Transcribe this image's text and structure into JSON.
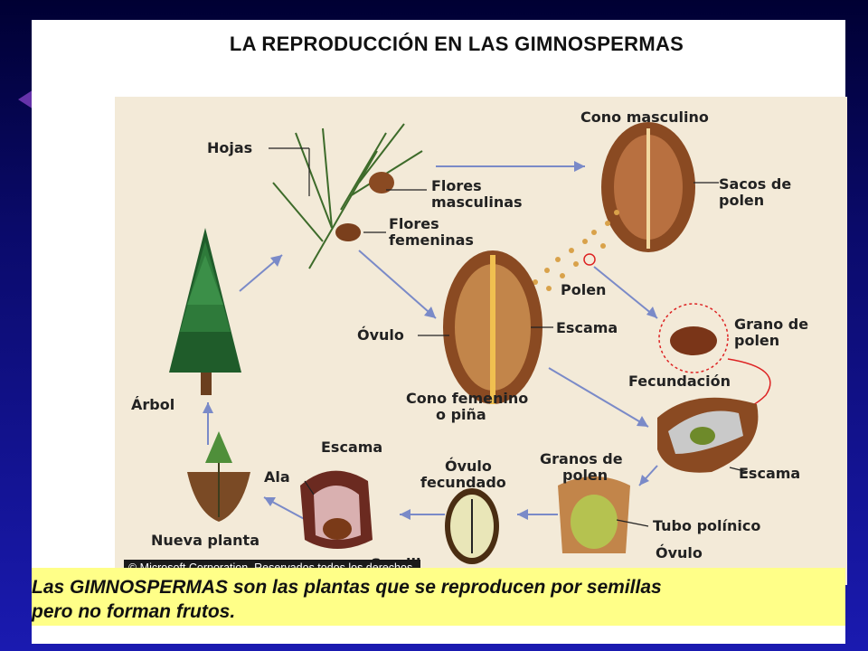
{
  "title": "LA REPRODUCCIÓN EN LAS GIMNOSPERMAS",
  "labels": {
    "hojas": "Hojas",
    "flores_masculinas_1": "Flores",
    "flores_masculinas_2": "masculinas",
    "flores_femeninas_1": "Flores",
    "flores_femeninas_2": "femeninas",
    "cono_masculino": "Cono masculino",
    "sacos_1": "Sacos de",
    "sacos_2": "polen",
    "polen": "Polen",
    "grano_1": "Grano de",
    "grano_2": "polen",
    "ovulo": "Óvulo",
    "escama": "Escama",
    "cono_femenino_1": "Cono femenino",
    "cono_femenino_2": "o piña",
    "arbol": "Árbol",
    "fecundacion": "Fecundación",
    "escama2": "Escama",
    "escama3": "Escama",
    "ala": "Ala",
    "ovulo_fec_1": "Óvulo",
    "ovulo_fec_2": "fecundado",
    "granos_1": "Granos de",
    "granos_2": "polen",
    "tubo": "Tubo polínico",
    "ovulo2": "Óvulo",
    "nueva_planta": "Nueva planta",
    "semilla_partial": "Semill"
  },
  "copyright": "© Microsoft Corporation. Reservados todos los derechos.",
  "caption_line1": "Las GIMNOSPERMAS son las plantas que se reproducen por semillas",
  "caption_line2": "pero no forman frutos."
}
